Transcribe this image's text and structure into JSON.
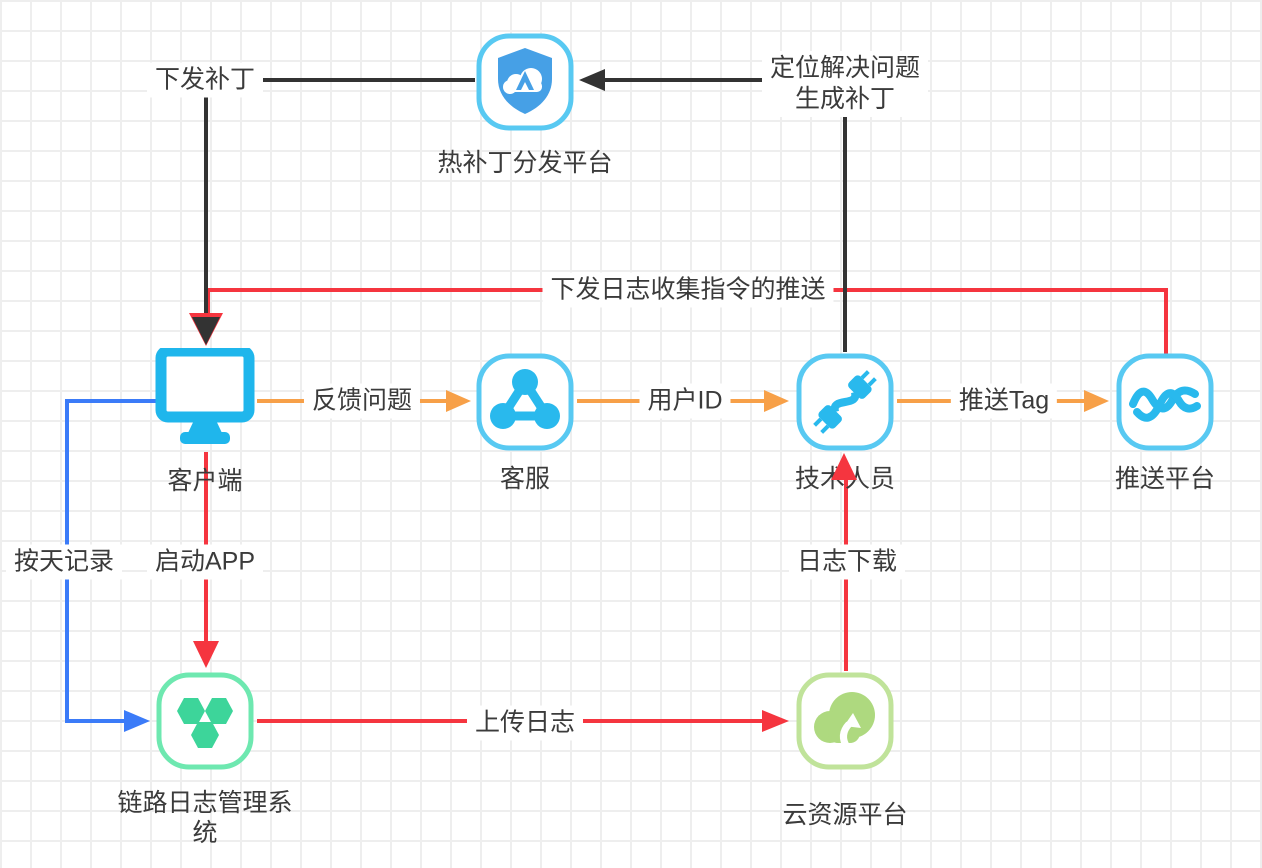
{
  "diagram": {
    "nodes": {
      "hotpatch": {
        "label": "热补丁分发平台",
        "icon": "shield-cloud-icon"
      },
      "client": {
        "label": "客户端",
        "icon": "monitor-icon"
      },
      "service": {
        "label": "客服",
        "icon": "share-network-icon"
      },
      "tech": {
        "label": "技术人员",
        "icon": "plug-link-icon"
      },
      "push": {
        "label": "推送平台",
        "icon": "waves-icon"
      },
      "loglink": {
        "label": "链路日志管理系统",
        "icon": "hexagon-cluster-icon"
      },
      "cloud": {
        "label": "云资源平台",
        "icon": "cloud-upload-icon"
      }
    },
    "edges": {
      "deliver_patch": {
        "label": "下发补丁",
        "from": "hotpatch",
        "to": "client",
        "color": "#333333"
      },
      "locate_fix": {
        "line1": "定位解决问题",
        "line2": "生成补丁",
        "from": "tech",
        "to": "hotpatch",
        "color": "#333333"
      },
      "push_log_cmd": {
        "label": "下发日志收集指令的推送",
        "from": "push",
        "to": "client",
        "color": "#F5353F"
      },
      "feedback": {
        "label": "反馈问题",
        "from": "client",
        "to": "service",
        "color": "#F7A048"
      },
      "user_id": {
        "label": "用户ID",
        "from": "service",
        "to": "tech",
        "color": "#F7A048"
      },
      "push_tag": {
        "label": "推送Tag",
        "from": "tech",
        "to": "push",
        "color": "#F7A048"
      },
      "daily_record": {
        "label": "按天记录",
        "from": "client",
        "to": "loglink",
        "color": "#3B7BF8"
      },
      "launch_app": {
        "label": "启动APP",
        "from": "client",
        "to": "loglink",
        "color": "#F5353F"
      },
      "upload_log": {
        "label": "上传日志",
        "from": "loglink",
        "to": "cloud",
        "color": "#F5353F"
      },
      "download_log": {
        "label": "日志下载",
        "from": "cloud",
        "to": "tech",
        "color": "#F5353F"
      }
    }
  },
  "colors": {
    "cyan_glyph": "#29B9ED",
    "cyan_border": "#58C9F2",
    "shield_blue": "#46A0E6",
    "mint_border": "#6EE8B0",
    "hexagon_green": "#3DD59A",
    "light_green_fill": "#AED97F",
    "light_green_border": "#C0E39A",
    "orange": "#F7A048",
    "red": "#F5353F",
    "blue": "#3B7BF8",
    "black_line": "#333333",
    "text": "#3B3B3B",
    "grid_line": "#EEEEEE",
    "background": "#FFFFFF"
  }
}
